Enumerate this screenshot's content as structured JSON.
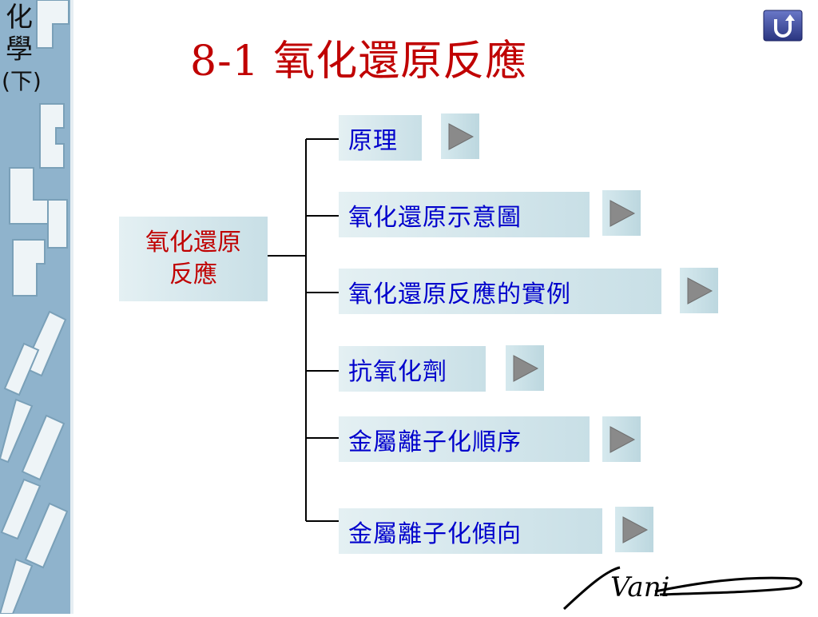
{
  "sidebar": {
    "title_chars": [
      "化",
      "學",
      "(下)"
    ]
  },
  "header": {
    "title": "8-1  氧化還原反應"
  },
  "tree": {
    "root_line1": "氧化還原",
    "root_line2": "反應",
    "items": [
      {
        "label": "原理"
      },
      {
        "label": "氧化還原示意圖"
      },
      {
        "label": "氧化還原反應的實例"
      },
      {
        "label": "抗氧化劑"
      },
      {
        "label": "金屬離子化順序"
      },
      {
        "label": "金屬離子化傾向"
      }
    ]
  },
  "logo": {
    "text": "Vani"
  },
  "colors": {
    "title": "#c00000",
    "item_text": "#0000cc",
    "box_bg": "#d4e8ee",
    "strip": "#8fb3cc"
  },
  "icons": {
    "return": "return-arrow-icon",
    "go": "play-triangle-icon"
  }
}
